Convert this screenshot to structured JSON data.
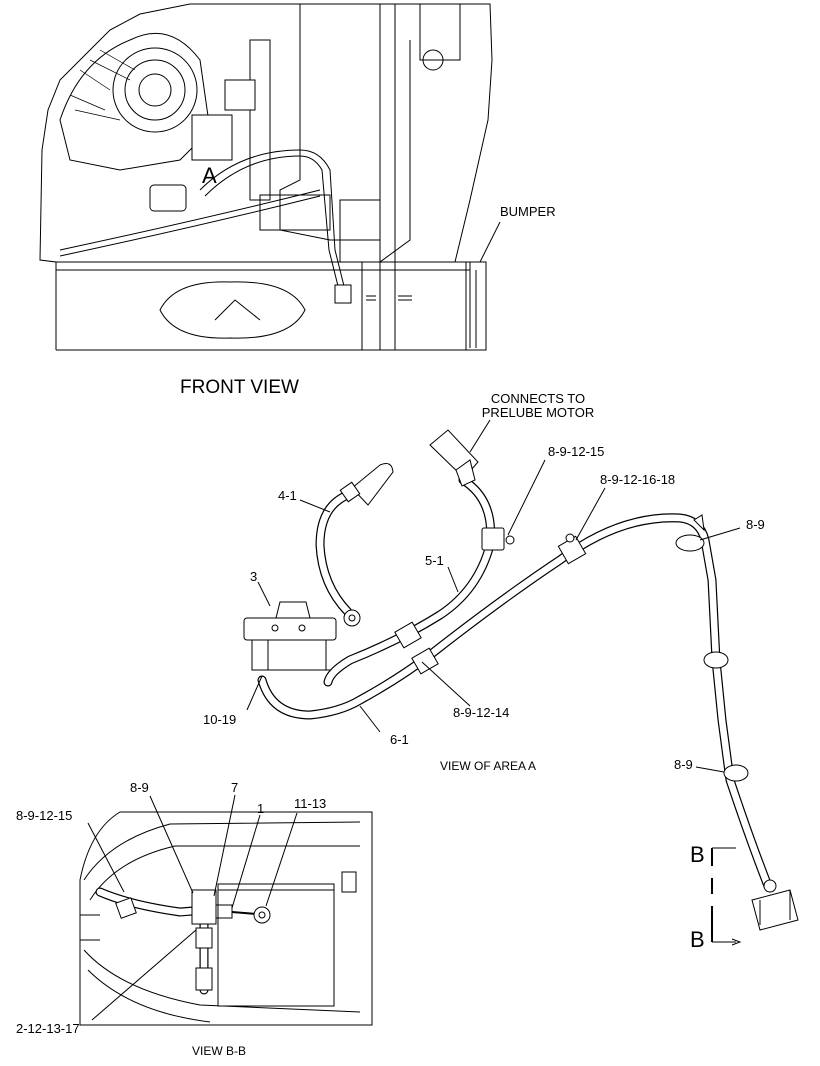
{
  "front_view": {
    "title": "FRONT VIEW",
    "bumper_label": "BUMPER",
    "area_marker": "A"
  },
  "area_a": {
    "title": "VIEW OF AREA  A",
    "connects_to": [
      "CONNECTS TO",
      "PRELUBE MOTOR"
    ],
    "callouts": {
      "c_4_1": "4-1",
      "c_3": "3",
      "c_10_19": "10-19",
      "c_6_1": "6-1",
      "c_5_1": "5-1",
      "c_8_9_12_14": "8-9-12-14",
      "c_8_9_12_15": "8-9-12-15",
      "c_8_9_12_16_18": "8-9-12-16-18",
      "c_8_9_top": "8-9",
      "c_8_9_mid": "8-9"
    },
    "section_markers": [
      "B",
      "B"
    ]
  },
  "view_bb": {
    "title": "VIEW B-B",
    "callouts": {
      "c_8_9_12_15": "8-9-12-15",
      "c_8_9": "8-9",
      "c_7": "7",
      "c_1": "1",
      "c_11_13": "11-13",
      "c_2_12_13_17": "2-12-13-17"
    }
  }
}
